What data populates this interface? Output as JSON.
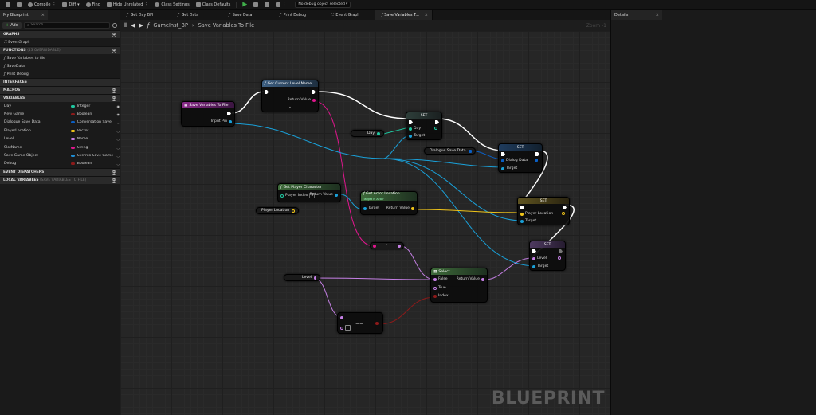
{
  "toolbar": {
    "compile": "Compile",
    "diff": "Diff",
    "find": "Find",
    "hide_unrelated": "Hide Unrelated",
    "class_settings": "Class Settings",
    "class_defaults": "Class Defaults",
    "debug_select": "No debug object selected"
  },
  "left_panel": {
    "tab": "My Blueprint",
    "add_label": "Add",
    "search_placeholder": "Search",
    "graphs_header": "GRAPHS",
    "event_graph": "EventGraph",
    "functions_header": "FUNCTIONS",
    "functions_sub": "(13 OVERRIDABLE)",
    "functions": [
      "Save Variables to file",
      "SaveData",
      "Print Debug"
    ],
    "interfaces_header": "INTERFACES",
    "macros_header": "MACROS",
    "variables_header": "VARIABLES",
    "variables": [
      {
        "name": "Day",
        "type": "Integer",
        "color": "#1fc7a0"
      },
      {
        "name": "New Game",
        "type": "Boolean",
        "color": "#8e1a1a"
      },
      {
        "name": "Dialogue Save Data",
        "type": "Conversation Save",
        "color": "#0a5fc4"
      },
      {
        "name": "PlayerLocation",
        "type": "Vector",
        "color": "#f0c419"
      },
      {
        "name": "Level",
        "type": "Name",
        "color": "#c680e6"
      },
      {
        "name": "SlotName",
        "type": "String",
        "color": "#e0168e"
      },
      {
        "name": "Save Game Object",
        "type": "Sverrok Save Game",
        "color": "#1f8fd6"
      },
      {
        "name": "Debug",
        "type": "Boolean",
        "color": "#8e1a1a"
      }
    ],
    "event_dispatchers_header": "EVENT DISPATCHERS",
    "local_vars_header": "LOCAL VARIABLES",
    "local_vars_sub": "(SAVE VARIABLES TO FILE)"
  },
  "tabs": [
    "Get Day BPI",
    "Get Data",
    "Save Data",
    "Print Debug",
    "Event Graph",
    "Save Variables T..."
  ],
  "breadcrumb": {
    "root": "GameInst_BP",
    "current": "Save Variables To File",
    "zoom": "Zoom -1"
  },
  "graph": {
    "watermark": "BLUEPRINT",
    "nodes": {
      "entry": {
        "title": "Save Variables To File",
        "pin": "Input Pin"
      },
      "get_level": {
        "title": "Get Current Level Name",
        "return": "Return Value"
      },
      "set_day": {
        "title": "SET",
        "pin1": "Day",
        "pin2": "Target"
      },
      "day_var": "Day",
      "dialogue_var": "Dialogue Save Data",
      "set_dialog": {
        "title": "SET",
        "pin1": "Dialog Data",
        "pin2": "Target"
      },
      "get_player": {
        "title": "Get Player Character",
        "pin": "Player Index",
        "index_value": "0",
        "return": "Return Value"
      },
      "get_actor_loc": {
        "title": "Get Actor Location",
        "sub": "Target is Actor",
        "target": "Target",
        "return": "Return Value"
      },
      "player_loc_var": "Player Location",
      "set_loc": {
        "title": "SET",
        "pin1": "Player Location",
        "pin2": "Target"
      },
      "set_level": {
        "title": "SET",
        "pin1": "Level",
        "pin2": "Target"
      },
      "convert": "•",
      "level_var": "Level",
      "select": {
        "title": "Select",
        "false": "False",
        "true": "True",
        "index": "Index",
        "return": "Return Value"
      },
      "equal": "=="
    }
  },
  "right_panel": {
    "tab": "Details"
  },
  "colors": {
    "exec": "#ffffff",
    "object": "#1aa0d8",
    "string": "#e0168e",
    "vector": "#f0c419",
    "name": "#c680e6",
    "bool": "#8e1a1a",
    "int": "#1fc7a0",
    "func_header": "#3d5f82",
    "event_header": "#8a2b8a",
    "pure_header": "#3e6b3a"
  }
}
